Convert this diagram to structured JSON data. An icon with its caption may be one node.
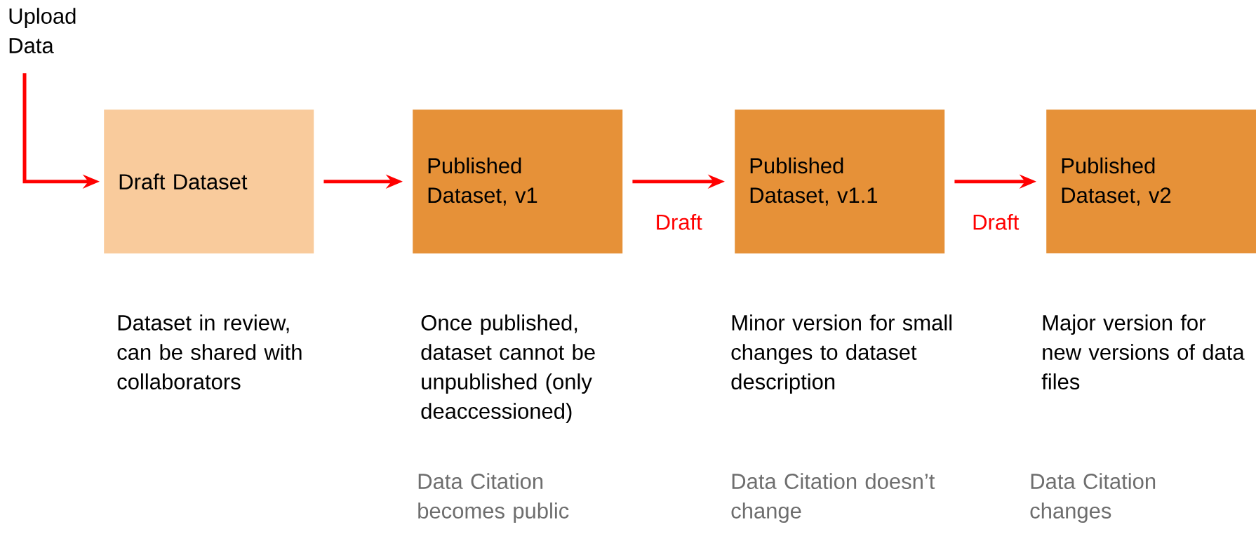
{
  "diagram": {
    "nodes": [
      {
        "text": [
          "Upload Data"
        ]
      },
      {
        "text": [
          "Draft Dataset"
        ],
        "beside": [
          "Dataset in review, can be shared with collaborators"
        ]
      },
      {
        "text": [
          "Published Dataset, v1"
        ],
        "beside": [
          "Once published, dataset cannot be unpublished (only deaccessioned)",
          "Data Citation becomes public"
        ]
      },
      {
        "text": [
          "Published Dataset, v1.1"
        ],
        "beside": [
          "Minor version for small changes to dataset description",
          "Data Citation doesn’t change"
        ]
      },
      {
        "text": [
          "Published Dataset, v2"
        ],
        "beside": [
          "Major version for new versions of data files",
          "Data Citation changes"
        ]
      }
    ],
    "edges": [
      {
        "from": 0,
        "to": 1,
        "arrow": "to"
      },
      {
        "from": 1,
        "to": 2,
        "arrow": "to"
      },
      {
        "from": 2,
        "to": 3,
        "arrow": "to",
        "label": "Draft"
      },
      {
        "from": 3,
        "to": 4,
        "arrow": "to",
        "label": "Draft"
      }
    ]
  }
}
